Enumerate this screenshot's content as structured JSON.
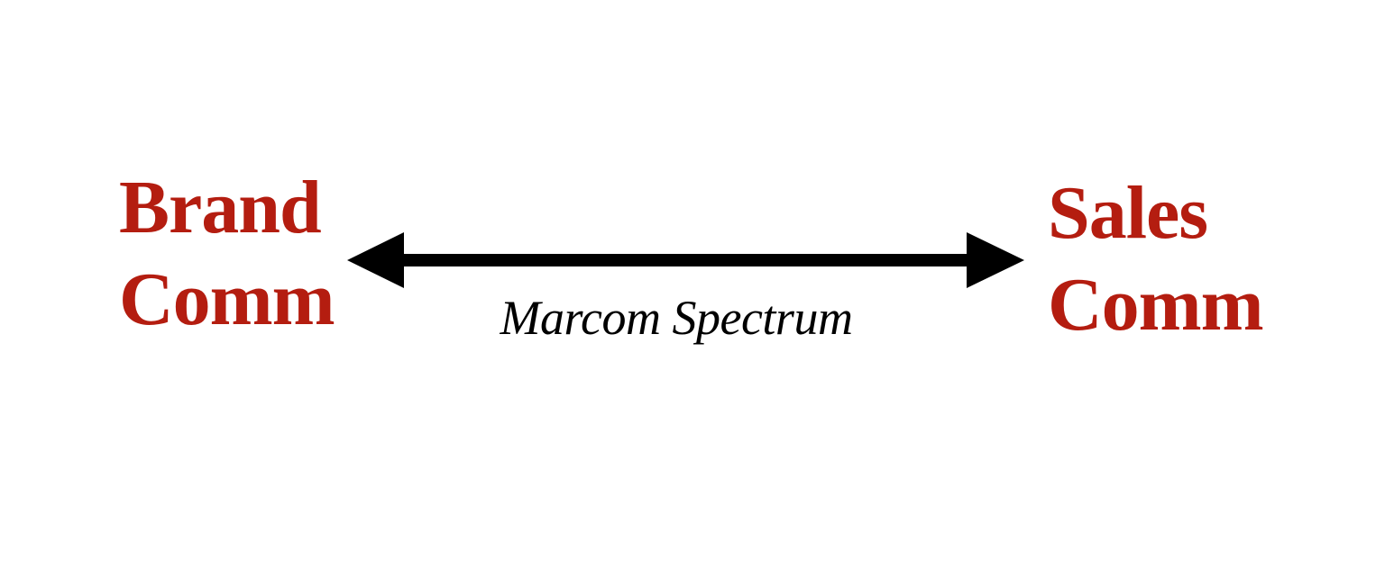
{
  "left_end": {
    "line1": "Brand",
    "line2": "Comm"
  },
  "right_end": {
    "line1": "Sales",
    "line2": "Comm"
  },
  "spectrum_label": "Marcom Spectrum",
  "arrow_icon": "double-headed-arrow-icon",
  "colors": {
    "endpoint_text": "#b41d10",
    "arrow": "#000000",
    "label": "#000000",
    "background": "#ffffff"
  }
}
